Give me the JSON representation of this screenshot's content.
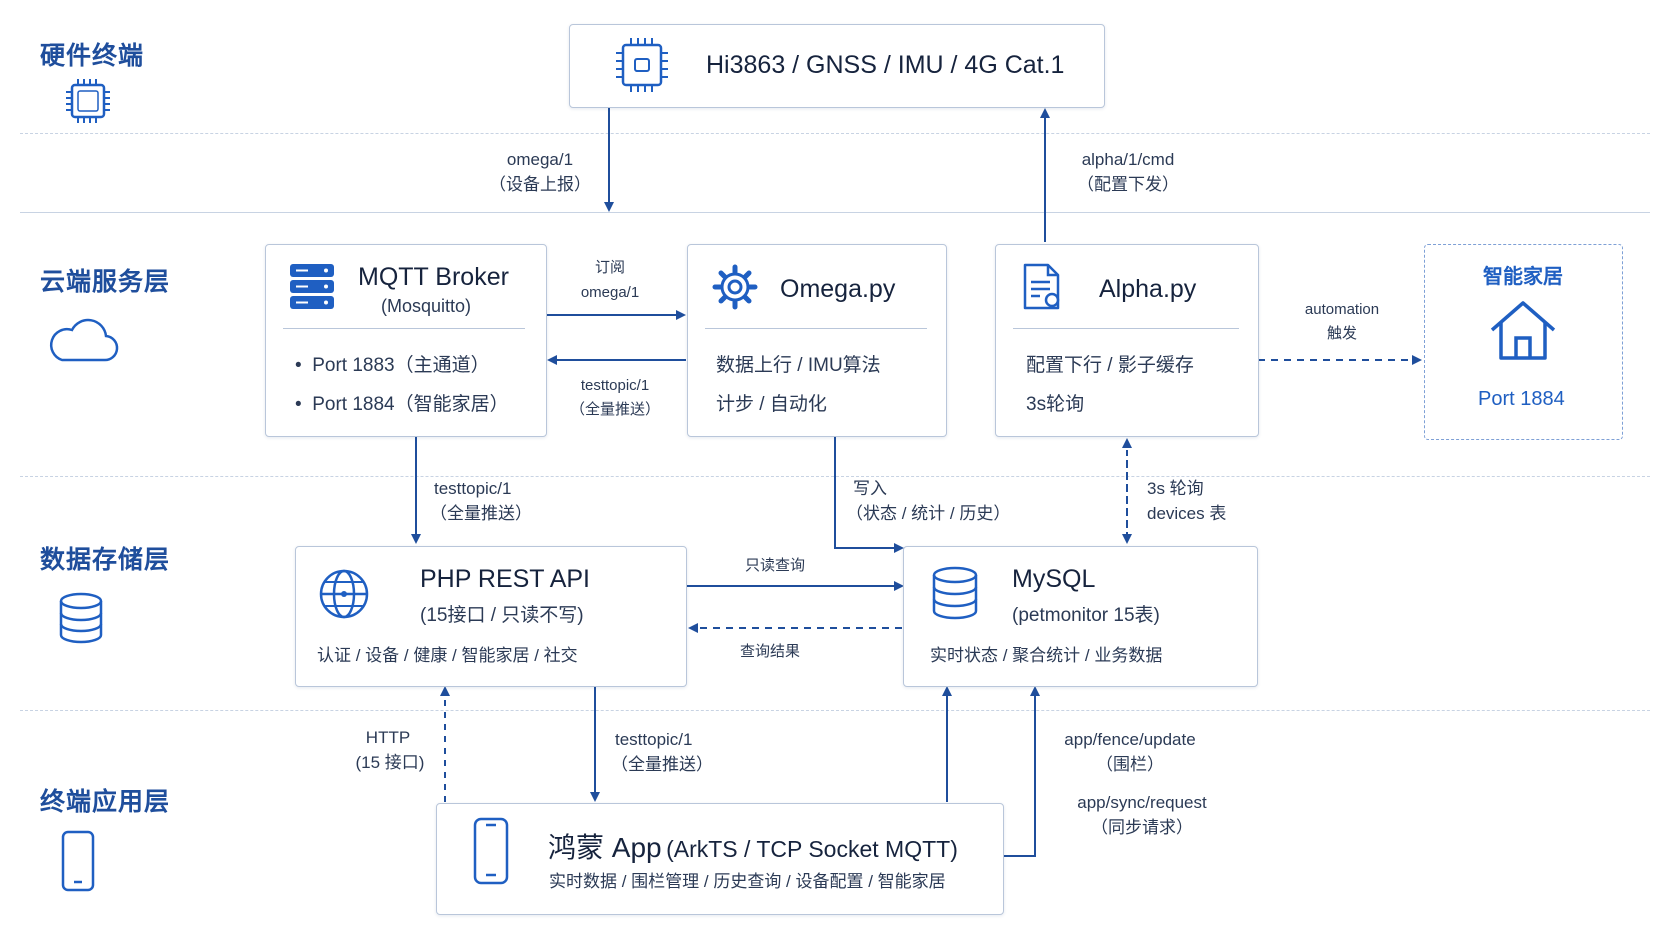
{
  "layers": {
    "hardware": "硬件终端",
    "cloud": "云端服务层",
    "storage": "数据存储层",
    "app": "终端应用层"
  },
  "hardware_box": {
    "title": "Hi3863 / GNSS / IMU / 4G Cat.1"
  },
  "mqtt": {
    "title": "MQTT Broker",
    "subtitle": "(Mosquitto)",
    "items": [
      "Port 1883（主通道）",
      "Port 1884（智能家居）"
    ]
  },
  "omega": {
    "title": "Omega.py",
    "line1": "数据上行 / IMU算法",
    "line2": "计步 / 自动化"
  },
  "alpha": {
    "title": "Alpha.py",
    "line1": "配置下行 / 影子缓存",
    "line2": "3s轮询"
  },
  "smarthome": {
    "title": "智能家居",
    "port": "Port 1884"
  },
  "php": {
    "title": "PHP REST API",
    "subtitle": "(15接口 / 只读不写)",
    "line": "认证 / 设备 / 健康 / 智能家居 / 社交"
  },
  "mysql": {
    "title": "MySQL",
    "subtitle": "(petmonitor 15表)",
    "line": "实时状态 / 聚合统计 / 业务数据"
  },
  "app": {
    "title_cn": "鸿蒙 App",
    "title_en": "(ArkTS / TCP Socket MQTT)",
    "line": "实时数据 / 围栏管理 / 历史查询 / 设备配置 / 智能家居"
  },
  "edges": {
    "omega_up": [
      "omega/1",
      "（设备上报）"
    ],
    "alpha_cmd": [
      "alpha/1/cmd",
      "（配置下发）"
    ],
    "subscribe": [
      "订阅",
      "omega/1"
    ],
    "testtopic_push": [
      "testtopic/1",
      "（全量推送）"
    ],
    "automation": [
      "automation",
      "触发"
    ],
    "broker_to_php": [
      "testtopic/1",
      "（全量推送）"
    ],
    "write": [
      "写入",
      "（状态 / 统计 / 历史）"
    ],
    "poll": [
      "3s 轮询",
      "devices 表"
    ],
    "readonly_query": "只读查询",
    "query_result": "查询结果",
    "http": [
      "HTTP",
      "(15 接口)"
    ],
    "php_to_app": [
      "testtopic/1",
      "（全量推送）"
    ],
    "fence": [
      "app/fence/update",
      "（围栏）"
    ],
    "sync": [
      "app/sync/request",
      "（同步请求）"
    ]
  },
  "colors": {
    "accent": "#1f5fc2",
    "line": "#1f4e9c",
    "border": "#b9c6da"
  }
}
